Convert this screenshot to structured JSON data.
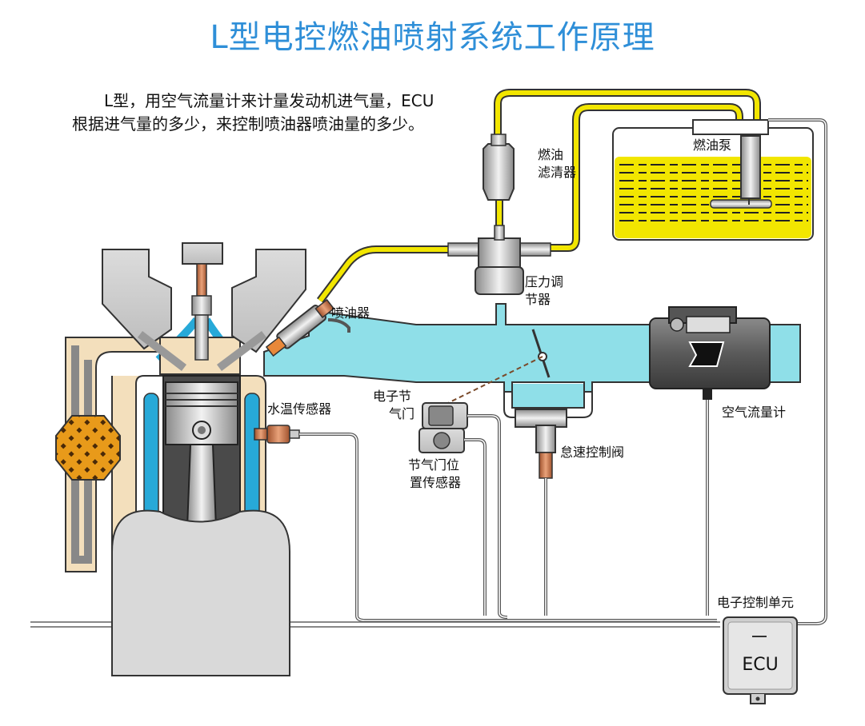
{
  "title": "L型电控燃油喷射系统工作原理",
  "description": "L型，用空气流量计来计量发动机进气量，ECU根据进气量的多少，来控制喷油器喷油量的多少。",
  "labels": {
    "fuel_filter": [
      "燃油",
      "滤清器"
    ],
    "fuel_pump": "燃油泵",
    "pressure_regulator": [
      "压力调",
      "节器"
    ],
    "injector": "喷油器",
    "coolant_sensor": "水温传感器",
    "throttle": [
      "电子节",
      "气门"
    ],
    "throttle_sensor": [
      "节气门位",
      "置传感器"
    ],
    "idle_valve": "怠速控制阀",
    "air_flow_meter": "空气流量计",
    "ecu_title": "电子控制单元",
    "ecu_box": "ECU"
  },
  "colors": {
    "title": "#2f8fd8",
    "fuel": "#f2e600",
    "air": "#8fdfe8",
    "engine_body": "#f3dfbc",
    "coolant": "#27a9d8",
    "metal": "#9a9a9a"
  }
}
